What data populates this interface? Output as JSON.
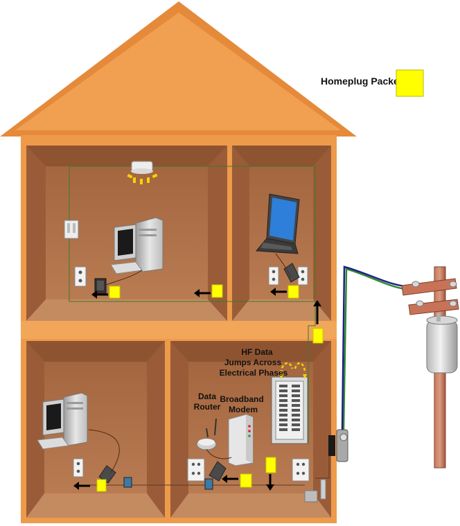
{
  "legend": {
    "label": "Homeplug Packet",
    "swatch_color": "#FFFF00"
  },
  "labels": {
    "hf_data_line1": "HF Data",
    "hf_data_line2": "Jumps Across",
    "hf_data_line3": "Electrical Phases",
    "data_router_line1": "Data",
    "data_router_line2": "Router",
    "broadband_modem_line1": "Broadband",
    "broadband_modem_line2": "Modem"
  },
  "colors": {
    "house_orange": "#F0A050",
    "room_brown": "#B0704A",
    "packet_yellow": "#FFFF00",
    "wire_green": "#2E8B2E",
    "wire_blue": "#20208A",
    "pole_brown": "#B0634A"
  },
  "icons": [
    "computer-icon",
    "laptop-icon",
    "ceiling-light-icon",
    "outlet-icon",
    "homeplug-adapter-icon",
    "data-router-icon",
    "broadband-modem-icon",
    "breaker-panel-icon",
    "electric-meter-icon",
    "utility-pole-icon",
    "transformer-icon",
    "arrow-icon"
  ]
}
